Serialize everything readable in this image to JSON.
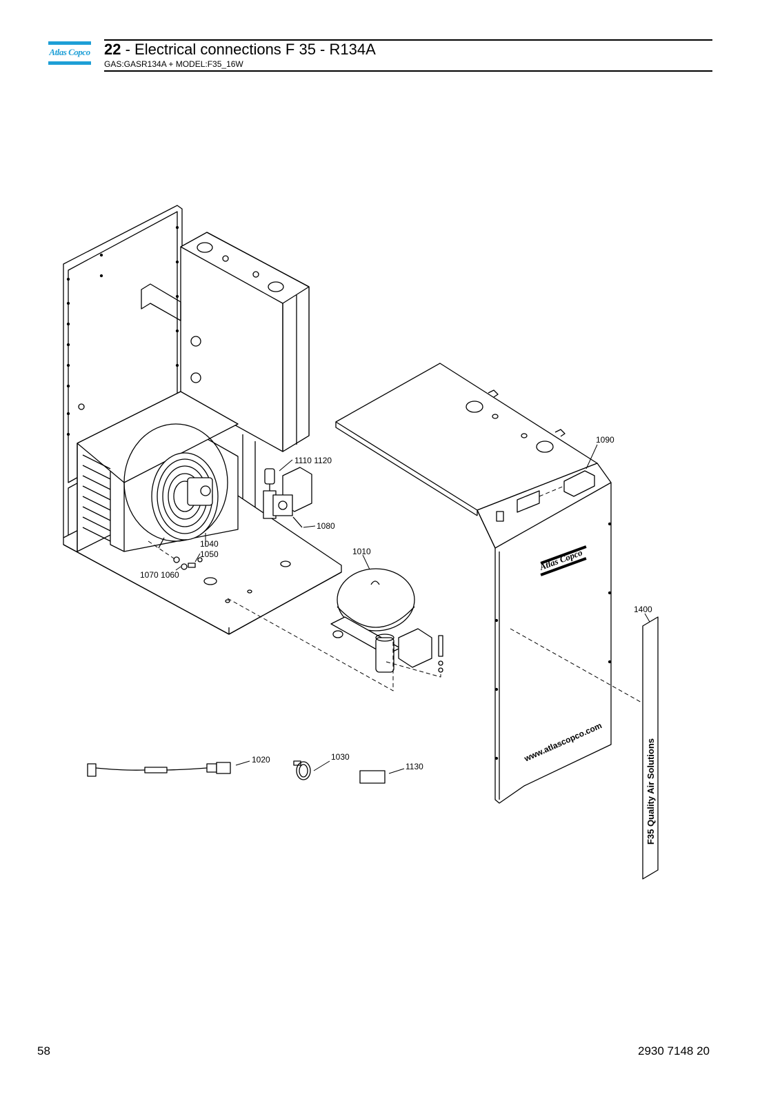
{
  "header": {
    "logo_text": "Atlas Copco",
    "section_number": "22",
    "section_title": " - Electrical connections F 35 - R134A",
    "subtitle": "GAS:GASR134A + MODEL:F35_16W"
  },
  "drawing": {
    "callouts": {
      "c1110": "1110 1120",
      "c1090": "1090",
      "c1080": "1080",
      "c1040": "1040",
      "c1050": "1050",
      "c1070": "1070 1060",
      "c1010": "1010",
      "c1400": "1400",
      "c1020": "1020",
      "c1030": "1030",
      "c1130": "1130"
    },
    "panel_logo": "Atlas Copco",
    "panel_url": "www.atlascopco.com",
    "label_strip_text": "F35   Quality Air Solutions"
  },
  "footer": {
    "page_number": "58",
    "doc_number": "2930 7148 20"
  }
}
